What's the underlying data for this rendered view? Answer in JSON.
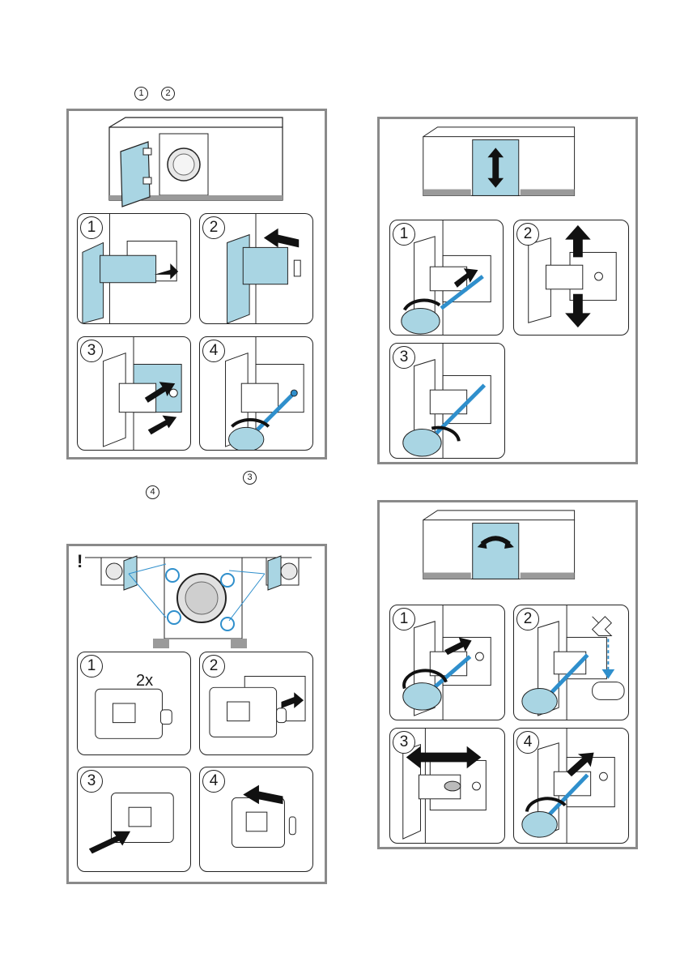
{
  "markers": {
    "top_left_1": "1",
    "top_left_2": "2",
    "mid_left_3": "3",
    "mid_left_4": "4"
  },
  "panelA": {
    "steps": [
      "1",
      "2",
      "3",
      "4"
    ]
  },
  "panelB": {
    "steps": [
      "1",
      "2",
      "3"
    ]
  },
  "panelC": {
    "warning": "!",
    "steps": [
      "1",
      "2",
      "3",
      "4"
    ],
    "quantity": "2x"
  },
  "panelD": {
    "steps": [
      "1",
      "2",
      "3",
      "4"
    ]
  },
  "colors": {
    "accent": "#a9d5e3",
    "border": "#8a8a8a",
    "arrow": "#1a1a1a",
    "dashed": "#2f8fcc"
  }
}
